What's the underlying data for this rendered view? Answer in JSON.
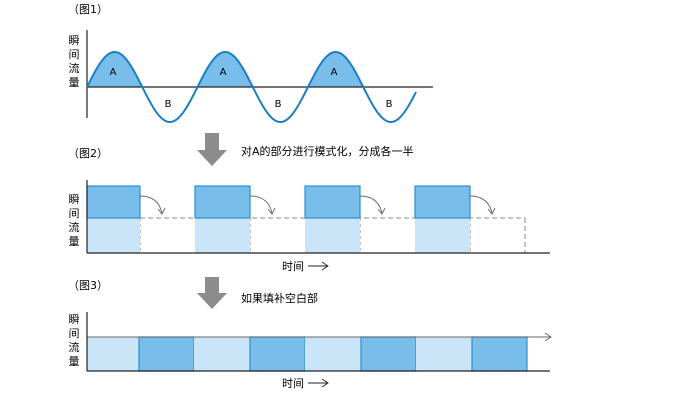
{
  "fig1": {
    "label": "（图1）",
    "ylabel": [
      "瞬",
      "间",
      "流",
      "量"
    ],
    "peak_labels": [
      "A",
      "A",
      "A"
    ],
    "trough_labels": [
      "B",
      "B",
      "B"
    ]
  },
  "arrow1": {
    "text": "对A的部分进行模式化，分成各一半"
  },
  "fig2": {
    "label": "（图2）",
    "ylabel": [
      "瞬",
      "间",
      "流",
      "量"
    ],
    "xlabel": "时间"
  },
  "arrow2": {
    "text": "如果填补空白部"
  },
  "fig3": {
    "label": "（图3）",
    "ylabel": [
      "瞬",
      "间",
      "流",
      "量"
    ],
    "xlabel": "时间"
  },
  "colors": {
    "wave_stroke": "#1b7fc4",
    "dark_fill": "#79bdea",
    "light_fill": "#c9e5f7",
    "dark_stroke": "#2d8fd0",
    "arrow_gray": "#8c8c8c",
    "axis": "#222222"
  }
}
